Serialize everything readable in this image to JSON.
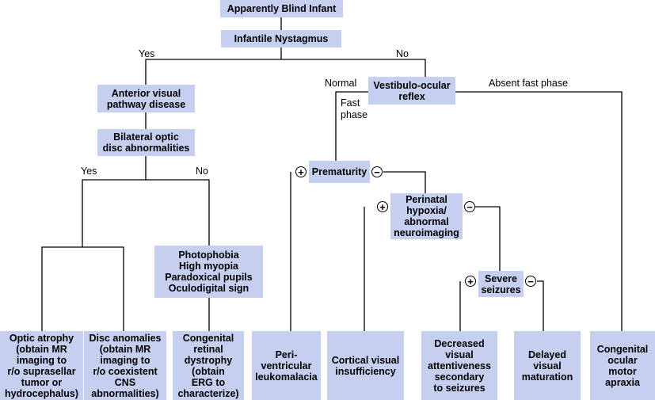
{
  "nodes": {
    "blind": "Apparently Blind Infant",
    "nystagmus": "Infantile Nystagmus",
    "anterior": "Anterior visual\npathway disease",
    "bilateral": "Bilateral optic\ndisc abnormalities",
    "vor": "Vestibulo-ocular\nreflex",
    "prematurity": "Prematurity",
    "perinatal": "Perinatal\nhypoxia/\nabnormal\nneuroimaging",
    "seizures": "Severe\nseizures",
    "photophobia": "Photophobia\nHigh myopia\nParadoxical pupils\nOculodigital sign",
    "optic_atrophy": "Optic atrophy\n(obtain MR\nimaging to\nr/o suprasellar\ntumor or\nhydrocephalus)",
    "disc_anomalies": "Disc anomalies\n(obtain MR\nimaging to\nr/o coexistent\nCNS\nabnormalities)",
    "retinal_dystrophy": "Congenital\nretinal\ndystrophy\n(obtain\nERG to\ncharacterize)",
    "pvl": "Peri-\nventricular\nleukomalacia",
    "cortical": "Cortical visual\ninsufficiency",
    "decreased": "Decreased\nvisual\nattentiveness\nsecondary\nto seizures",
    "delayed": "Delayed\nvisual\nmaturation",
    "oma": "Congenital\nocular\nmotor\napraxia"
  },
  "edge_labels": {
    "yes_top": "Yes",
    "no_top": "No",
    "normal": "Normal",
    "fast_phase": "Fast\nphase",
    "absent_fast_phase": "Absent fast phase",
    "yes_mid": "Yes",
    "no_mid": "No"
  },
  "signs": {
    "plus": "+",
    "minus": "−"
  },
  "colors": {
    "box_fill": "#c5cff0",
    "line": "#000000"
  }
}
